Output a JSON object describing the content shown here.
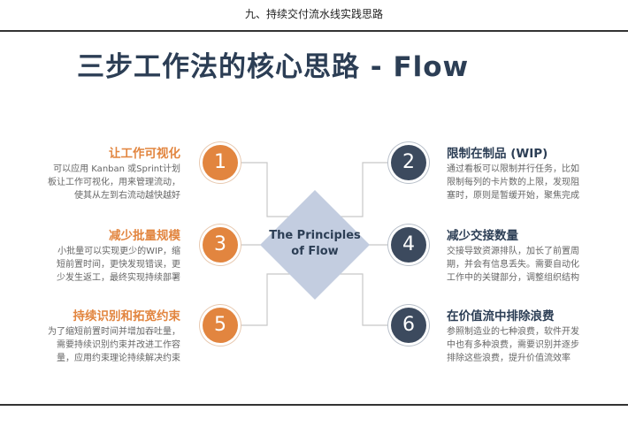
{
  "header": {
    "text": "九、持续交付流水线实践思路"
  },
  "title": "三步工作法的核心思路 - Flow",
  "center": {
    "line1": "The Principles",
    "line2": "of Flow"
  },
  "items": [
    {
      "number": "1",
      "heading": "让工作可视化",
      "lines": [
        "可以应用 Kanban 或Sprint计划",
        "板让工作可视化，用来管理流动，",
        "使其从左到右流动越快越好"
      ]
    },
    {
      "number": "2",
      "heading": "限制在制品 (WIP)",
      "lines": [
        "通过看板可以限制并行任务，比如",
        "限制每列的卡片数的上限，发现阻",
        "塞时，原则是暂缓开始，聚焦完成"
      ]
    },
    {
      "number": "3",
      "heading": "减少批量规模",
      "lines": [
        "小批量可以实现更少的WIP，缩",
        "短前置时间，更快发现错误，更",
        "少发生返工，最终实现持续部署"
      ]
    },
    {
      "number": "4",
      "heading": "减少交接数量",
      "lines": [
        "交接导致资源排队，加长了前置周",
        "期，并会有信息丢失。需要自动化",
        "工作中的关键部分，调整组织结构"
      ]
    },
    {
      "number": "5",
      "heading": "持续识别和拓宽约束",
      "lines": [
        "为了缩短前置时间并增加吞吐量，",
        "需要持续识别约束并改进工作容",
        "量，应用约束理论持续解决约束"
      ]
    },
    {
      "number": "6",
      "heading": "在价值流中排除浪费",
      "lines": [
        "参照制造业的七种浪费，软件开发",
        "中也有多种浪费，需要识别并逐步",
        "排除这些浪费，提升价值流效率"
      ]
    }
  ],
  "colors": {
    "orange": "#e2853f",
    "dark": "#3c4a5e",
    "diamond": "#c3cde0",
    "title": "#2c3e55"
  }
}
